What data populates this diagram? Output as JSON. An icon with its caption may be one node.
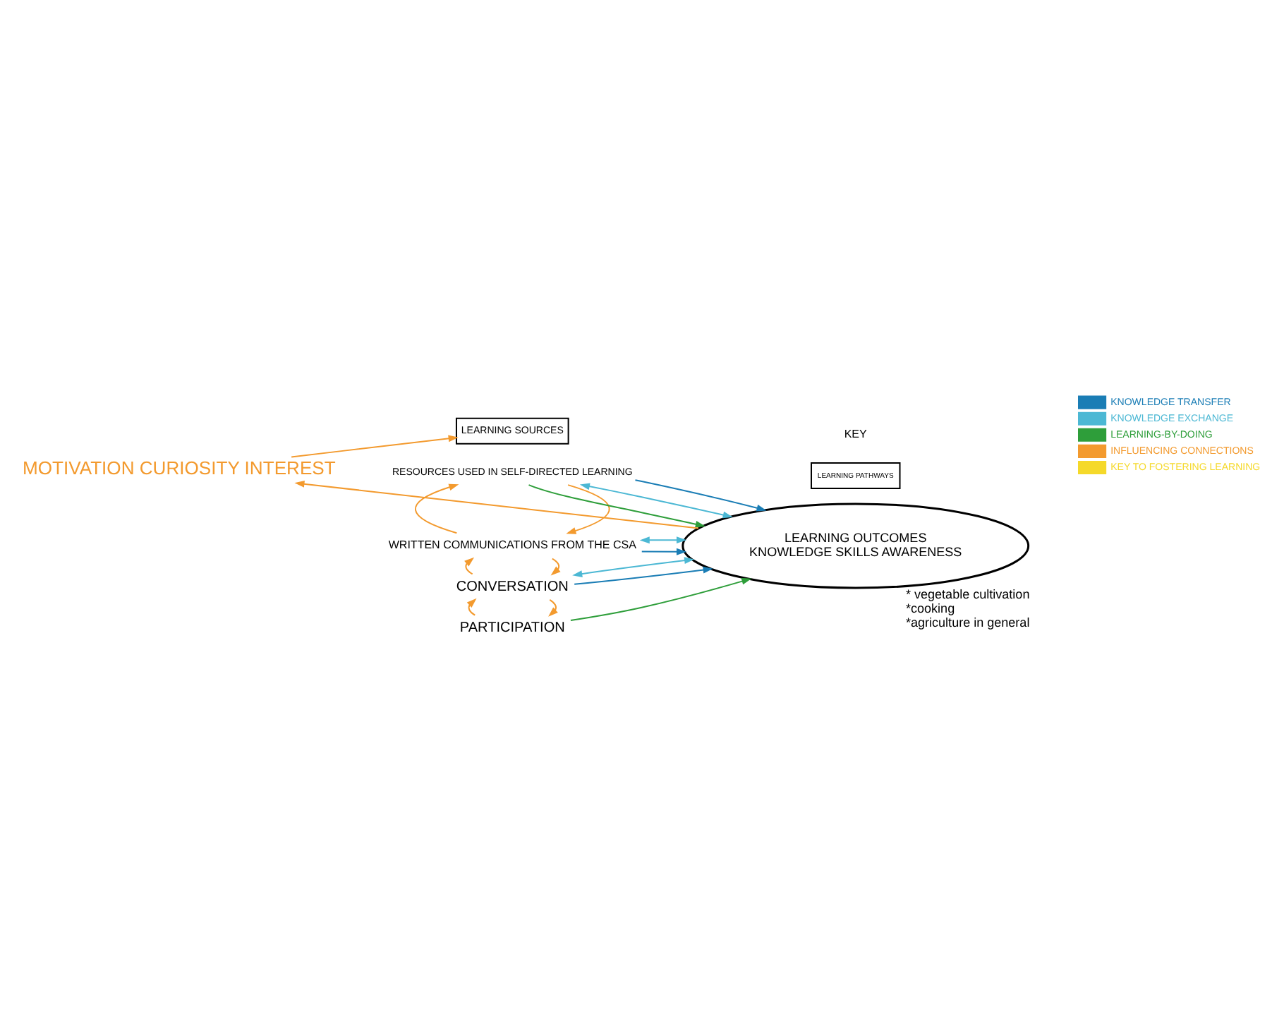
{
  "diagram": {
    "nodes": [
      {
        "text": [
          "MOTIVATION CURIOSITY INTEREST"
        ]
      },
      {
        "text": [
          "LEARNING SOURCES"
        ]
      },
      {
        "text": [
          "PARTICIPATION"
        ]
      },
      {
        "text": [
          "CONVERSATION"
        ]
      },
      {
        "text": [
          "WRITTEN COMMUNICATIONS FROM THE CSA"
        ]
      },
      {
        "text": [
          "RESOURCES USED IN SELF-DIRECTED LEARNING"
        ]
      },
      {
        "text": [
          "LEARNING PATHWAYS"
        ]
      },
      {
        "text": [
          "LEARNING OUTCOMES",
          "KNOWLEDGE SKILLS AWARENESS"
        ],
        "beside": [
          "* vegetable cultivation",
          "*cooking",
          "*agriculture in general"
        ]
      }
    ],
    "edges": [
      {
        "from": 7,
        "to": 0,
        "arrow": "to"
      },
      {
        "from": 0,
        "to": 1,
        "arrow": "to"
      },
      {
        "from": 2,
        "to": 7,
        "arrow": "to",
        "color": "#2e9e3a"
      },
      {
        "from": 3,
        "to": 2,
        "arrow": "to"
      },
      {
        "from": 2,
        "to": 3,
        "arrow": "to"
      },
      {
        "from": 3,
        "to": 7,
        "arrow": "to",
        "color": "#1a7db5"
      },
      {
        "from": 3,
        "to": 7,
        "arrow": "both",
        "color": "#4cb8d4"
      },
      {
        "from": 4,
        "to": 3,
        "arrow": "to"
      },
      {
        "from": 3,
        "to": 4,
        "arrow": "to"
      },
      {
        "from": 4,
        "to": 7,
        "arrow": "to",
        "color": "#1a7db5"
      },
      {
        "from": 4,
        "to": 7,
        "arrow": "both",
        "color": "#4cb8d4"
      },
      {
        "from": 5,
        "to": 4,
        "arrow": "to"
      },
      {
        "from": 4,
        "to": 5,
        "arrow": "to"
      },
      {
        "from": 5,
        "to": 7,
        "arrow": "to",
        "color": "#2e9e3a"
      },
      {
        "from": 5,
        "to": 7,
        "arrow": "both",
        "color": "#4cb8d4"
      },
      {
        "from": 5,
        "to": 7,
        "arrow": "to",
        "color": "#1a7db5"
      }
    ],
    "labels": [
      "KEY"
    ],
    "legend": [
      {
        "text": "KNOWLEDGE TRANSFER",
        "color": "#1a7db5"
      },
      {
        "text": "KNOWLEDGE EXCHANGE",
        "color": "#4cb8d4"
      },
      {
        "text": "LEARNING-BY-DOING",
        "color": "#2e9e3a"
      },
      {
        "text": "INFLUENCING CONNECTIONS",
        "color": "#f39a2e"
      },
      {
        "text": "KEY TO FOSTERING LEARNING",
        "color": "#f5d92a"
      }
    ]
  }
}
